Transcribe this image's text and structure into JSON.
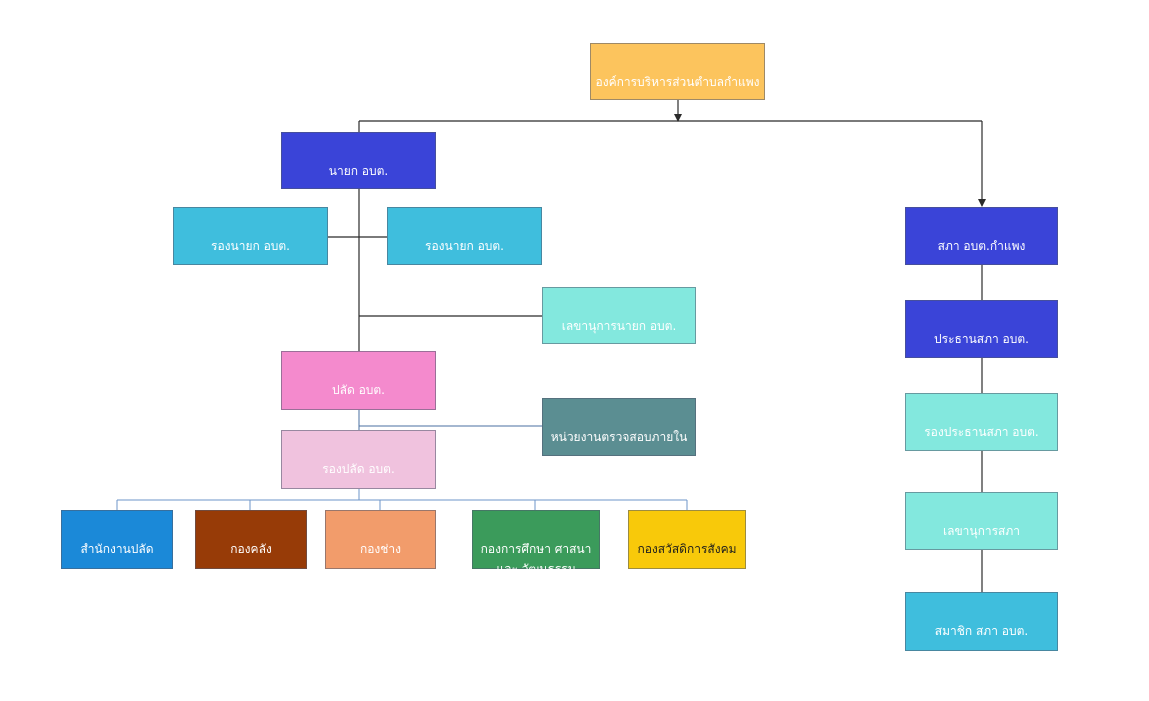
{
  "chart": {
    "nodes": {
      "root": {
        "label": "องค์การบริหารส่วนตำบลกำแพง",
        "color": "#FCC45D",
        "text_color": "#ffffff"
      },
      "mayor": {
        "label": "นายก อบต.",
        "color": "#3A44D8",
        "text_color": "#ffffff"
      },
      "deputy_mayor_1": {
        "label": "รองนายก อบต.",
        "color": "#3FBEDD",
        "text_color": "#ffffff"
      },
      "deputy_mayor_2": {
        "label": "รองนายก อบต.",
        "color": "#3FBEDD",
        "text_color": "#ffffff"
      },
      "mayor_secretary": {
        "label": "เลขานุการนายก อบต.",
        "color": "#83E8DE",
        "text_color": "#ffffff"
      },
      "chief_admin": {
        "label": "ปลัด อบต.",
        "color": "#F48ACD",
        "text_color": "#ffffff"
      },
      "internal_audit": {
        "label": "หน่วยงานตรวจสอบภายใน",
        "color": "#5B8E92",
        "text_color": "#ffffff"
      },
      "deputy_chief_admin": {
        "label": "รองปลัด อบต.",
        "color": "#F0C2DE",
        "text_color": "#ffffff"
      },
      "office_chief_admin": {
        "label": "สำนักงานปลัด",
        "color": "#1B89D8",
        "text_color": "#ffffff"
      },
      "finance_division": {
        "label": "กองคลัง",
        "color": "#973B07",
        "text_color": "#ffffff"
      },
      "engineering_division": {
        "label": "กองช่าง",
        "color": "#F29C6B",
        "text_color": "#ffffff"
      },
      "education_division": {
        "label": "กองการศึกษา ศาสนา\nและ วัฒนธรรม",
        "color": "#3B9B5B",
        "text_color": "#ffffff"
      },
      "welfare_division": {
        "label": "กองสวัสดิการสังคม",
        "color": "#F8C90A",
        "text_color": "#1d1d1d"
      },
      "council": {
        "label": "สภา อบต.กำแพง",
        "color": "#3A44D8",
        "text_color": "#ffffff"
      },
      "council_president": {
        "label": "ประธานสภา อบต.",
        "color": "#3A44D8",
        "text_color": "#ffffff"
      },
      "council_vice_president": {
        "label": "รองประธานสภา อบต.",
        "color": "#83E8DE",
        "text_color": "#ffffff"
      },
      "council_secretary": {
        "label": "เลขานุการสภา",
        "color": "#83E8DE",
        "text_color": "#ffffff"
      },
      "council_member": {
        "label": "สมาชิก สภา อบต.",
        "color": "#3FBEDD",
        "text_color": "#ffffff"
      }
    },
    "edges": [
      [
        "root",
        "mayor"
      ],
      [
        "root",
        "council"
      ],
      [
        "mayor",
        "deputy_mayor_1"
      ],
      [
        "mayor",
        "deputy_mayor_2"
      ],
      [
        "mayor",
        "mayor_secretary"
      ],
      [
        "mayor",
        "chief_admin"
      ],
      [
        "chief_admin",
        "internal_audit"
      ],
      [
        "chief_admin",
        "deputy_chief_admin"
      ],
      [
        "deputy_chief_admin",
        "office_chief_admin"
      ],
      [
        "deputy_chief_admin",
        "finance_division"
      ],
      [
        "deputy_chief_admin",
        "engineering_division"
      ],
      [
        "deputy_chief_admin",
        "education_division"
      ],
      [
        "deputy_chief_admin",
        "welfare_division"
      ],
      [
        "council",
        "council_president"
      ],
      [
        "council_president",
        "council_vice_president"
      ],
      [
        "council_vice_president",
        "council_secretary"
      ],
      [
        "council_secretary",
        "council_member"
      ]
    ],
    "line_color": "#3d3d3d",
    "department_line_color": "#6D95C8"
  }
}
